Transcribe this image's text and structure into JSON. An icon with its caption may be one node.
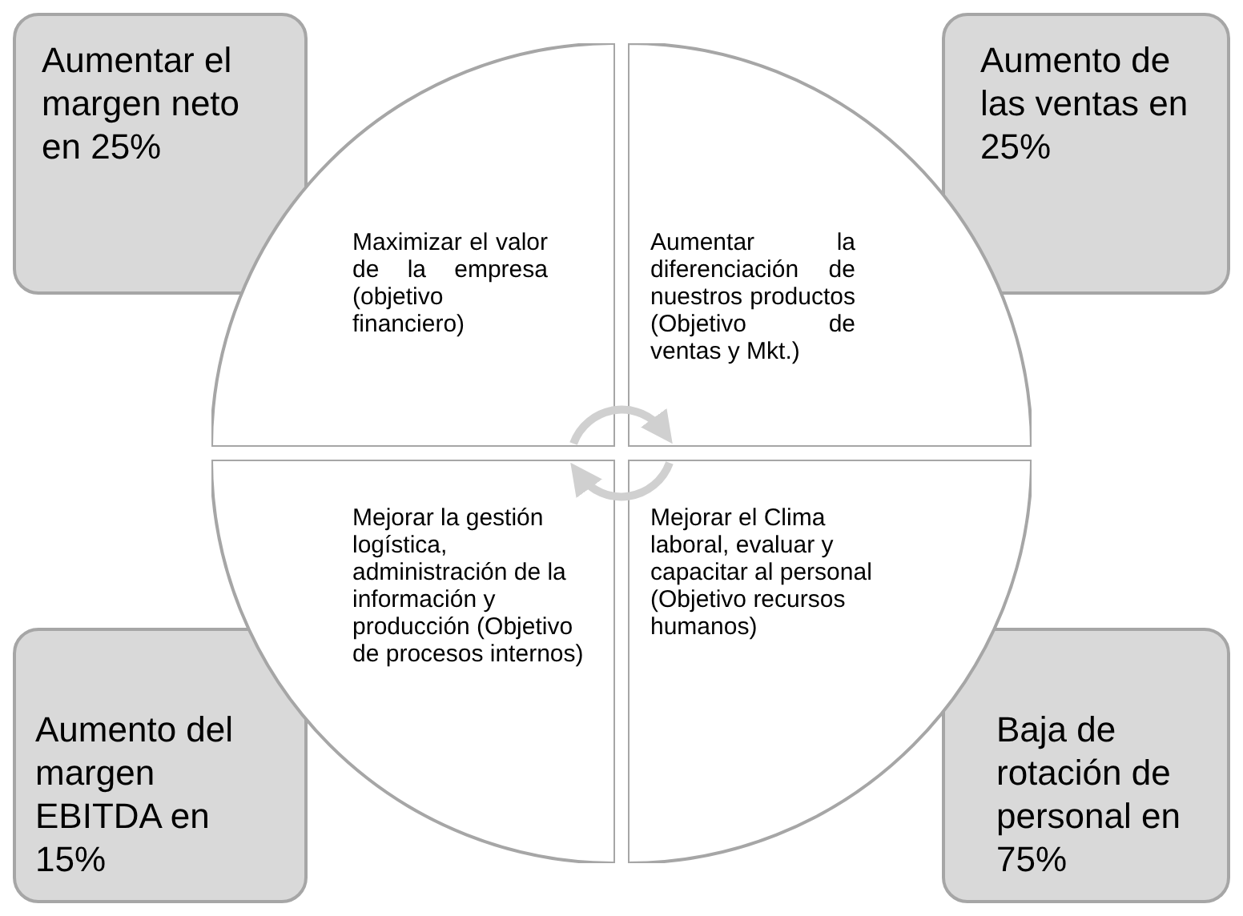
{
  "diagram": {
    "nodes": [
      {
        "text": [
          "Aumentar el margen neto en 25%"
        ]
      },
      {
        "text": [
          "Aumento de las ventas en 25%"
        ]
      },
      {
        "text": [
          "Aumento del margen EBITDA en 15%"
        ]
      },
      {
        "text": [
          "Baja de rotación de personal en 75%"
        ]
      },
      {
        "text": [
          "Maximizar el valor de la empresa (objetivo financiero)"
        ]
      },
      {
        "text": [
          "Aumentar la diferenciación de nuestros productos (Objetivo de ventas y Mkt.)"
        ]
      },
      {
        "text": [
          "Mejorar la gestión logística, administración de la información y producción (Objetivo de procesos internos)"
        ]
      },
      {
        "text": [
          "Mejorar el Clima laboral, evaluar y capacitar al personal (Objetivo recursos humanos)"
        ]
      }
    ],
    "edges": [
      {
        "from": 4,
        "to": 5,
        "arrow": "to"
      },
      {
        "from": 7,
        "to": 6,
        "arrow": "to"
      }
    ]
  }
}
